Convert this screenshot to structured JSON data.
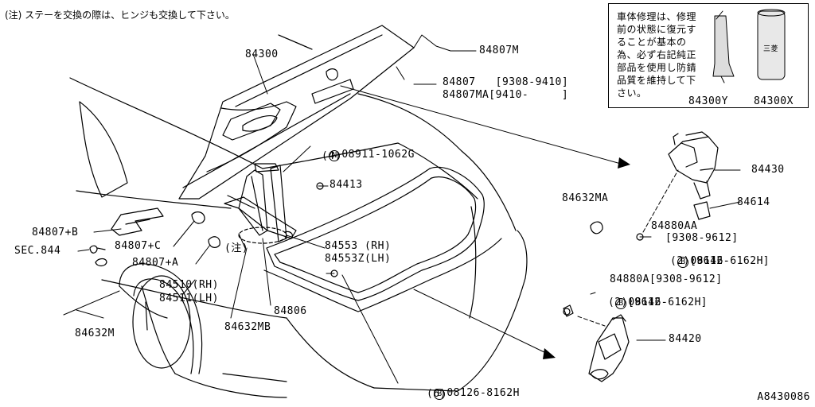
{
  "note": "(注) ステーを交換の際は、ヒンジも交換して下さい。",
  "info_box": {
    "text": "車体修理は、修理前の状態に復元することが基本の為、必ず右記純正部品を使用し防錆品質を維持して下さい。",
    "labels": [
      "84300Y",
      "84300X"
    ],
    "can_text": "三菱"
  },
  "parts": {
    "p84300": "84300",
    "p84807M": "84807M",
    "p84807": "84807   [9308-9410]",
    "p84807MA": "84807MA[9410-     ]",
    "p08911_code": "08911-1062G",
    "p08911_qty": "(4)",
    "p84413": "84413",
    "p84430": "84430",
    "p84614": "84614",
    "p84632MA": "84632MA",
    "p84880AA": "84880AA",
    "p84880AA_range": "[9308-9612]",
    "p08146_a_code": "08146-6162H",
    "p08146_a_qty": "(2)[9612-     ]",
    "p84807B": "84807+B",
    "pSEC844": "SEC.844",
    "p84807C": "84807+C",
    "p84807A": "84807+A",
    "note_ref": "(注)",
    "p84553": "84553 (RH)",
    "p84553Z": "84553Z(LH)",
    "p84510": "84510(RH)",
    "p84511": "84511(LH)",
    "p84806": "84806",
    "p84632MB": "84632MB",
    "p84632M": "84632M",
    "p84880A": "84880A[9308-9612]",
    "p08146_b_code": "08146-6162H",
    "p08146_b_qty": "(2)[9612-     ]",
    "p84420": "84420",
    "p08126_code": "08126-8162H",
    "p08126_qty": "(6)"
  },
  "markers": {
    "n": "N",
    "b": "B"
  },
  "diagram_id": "A8430086"
}
